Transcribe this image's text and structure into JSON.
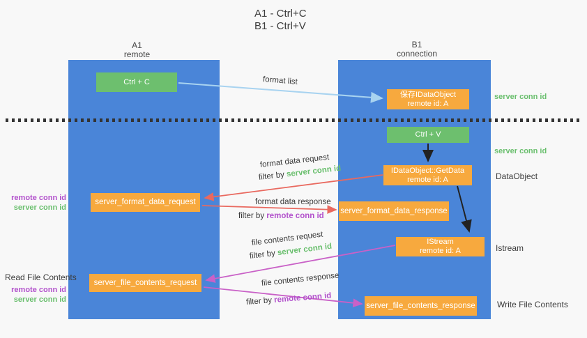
{
  "title": {
    "line1": "A1 - Ctrl+C",
    "line2": "B1 - Ctrl+V"
  },
  "lanes": {
    "a1": {
      "name": "A1",
      "role": "remote"
    },
    "b1": {
      "name": "B1",
      "role": "connection"
    }
  },
  "nodes": {
    "ctrl_c": {
      "label": "Ctrl + C"
    },
    "save_idataobject": {
      "line1": "保存IDataObject",
      "line2": "remote id: A"
    },
    "ctrl_v": {
      "label": "Ctrl + V"
    },
    "getdata": {
      "line1": "IDataObject::GetData",
      "line2": "remote id: A"
    },
    "format_request": {
      "label": "server_format_data_request"
    },
    "format_response": {
      "label": "server_format_data_response"
    },
    "istream": {
      "line1": "IStream",
      "line2": "remote id: A"
    },
    "file_request": {
      "label": "server_file_contents_request"
    },
    "file_response": {
      "label": "server_file_contents_response"
    }
  },
  "arrows": {
    "format_list": {
      "label": "format list"
    },
    "format_data_request": {
      "label": "format data request",
      "filter_prefix": "filter by ",
      "filter_key": "server conn id"
    },
    "format_data_response": {
      "label": "format data response",
      "filter_prefix": "filter by ",
      "filter_key": "remote conn id"
    },
    "file_contents_request": {
      "label": "file contents request",
      "filter_prefix": "filter by ",
      "filter_key": "server conn id"
    },
    "file_contents_response": {
      "label": "file contents response",
      "filter_prefix": "filter by ",
      "filter_key": "remote conn id"
    }
  },
  "side_labels": {
    "right_server_conn_top": "server conn id",
    "right_server_conn_mid": "server conn id",
    "right_dataobject": "DataObject",
    "right_istream": "Istream",
    "right_write_file": "Write File Contents",
    "left_remote_conn_top": "remote conn id",
    "left_server_conn_top": "server conn id",
    "left_read_file": "Read File Contents",
    "left_remote_conn_bottom": "remote conn id",
    "left_server_conn_bottom": "server conn id"
  },
  "colors": {
    "background": "#f8f8f8",
    "lane_blue": "#4a85d8",
    "node_green": "#6dbf6e",
    "node_orange": "#f7a93e",
    "arrow_light_blue": "#a8d3f0",
    "arrow_red": "#e9695f",
    "arrow_magenta": "#c961c7",
    "key_text_green": "#6abf6e",
    "key_text_purple": "#b252cc"
  }
}
